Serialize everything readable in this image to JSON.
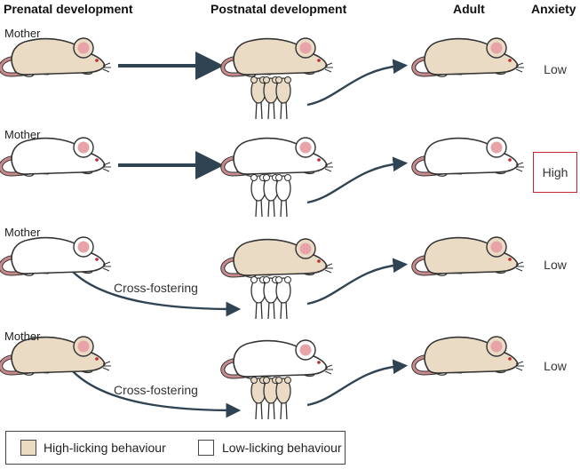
{
  "headers": {
    "prenatal": "Prenatal development",
    "postnatal": "Postnatal development",
    "adult": "Adult",
    "anxiety": "Anxiety"
  },
  "rows": [
    {
      "mother_label": "Mother",
      "mother_color": "high",
      "foster_color": "high",
      "pup_color": "high",
      "adult_color": "high",
      "anxiety": "Low",
      "highlighted": false,
      "transfer_label": ""
    },
    {
      "mother_label": "Mother",
      "mother_color": "low",
      "foster_color": "low",
      "pup_color": "low",
      "adult_color": "low",
      "anxiety": "High",
      "highlighted": true,
      "transfer_label": ""
    },
    {
      "mother_label": "Mother",
      "mother_color": "low",
      "foster_color": "high",
      "pup_color": "low",
      "adult_color": "high",
      "anxiety": "Low",
      "highlighted": false,
      "transfer_label": "Cross-fostering"
    },
    {
      "mother_label": "Mother",
      "mother_color": "high",
      "foster_color": "low",
      "pup_color": "high",
      "adult_color": "high",
      "anxiety": "Low",
      "highlighted": false,
      "transfer_label": "Cross-fostering"
    }
  ],
  "legend": {
    "high_label": "High-licking behaviour",
    "low_label": "Low-licking behaviour"
  },
  "colors": {
    "high": "#eadbc4",
    "low": "#ffffff",
    "outline": "#333333",
    "ear": "#e8a3a8",
    "eye": "#c2282f",
    "tail": "#c98a8e",
    "arrow": "#2f4352",
    "highlight_border": "#c0282d"
  }
}
